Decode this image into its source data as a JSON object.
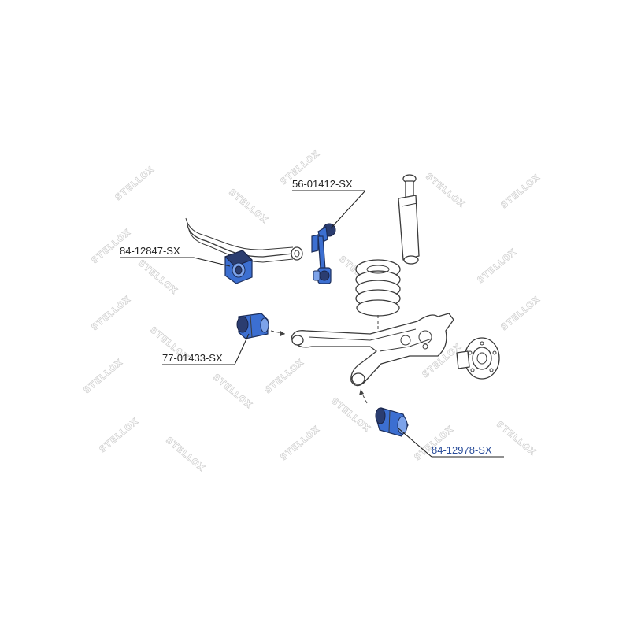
{
  "watermark_text": "STELLOX",
  "colors": {
    "part_fill": "#3c6fd1",
    "part_dark": "#2b3d70",
    "line": "#3a3a3a",
    "highlight_label": "#2a4d9a"
  },
  "labels": {
    "stabilizer_link": "56-01412-SX",
    "stabilizer_bushing": "84-12847-SX",
    "front_arm_bushing": "77-01433-SX",
    "rear_arm_bushing": "84-12978-SX"
  }
}
